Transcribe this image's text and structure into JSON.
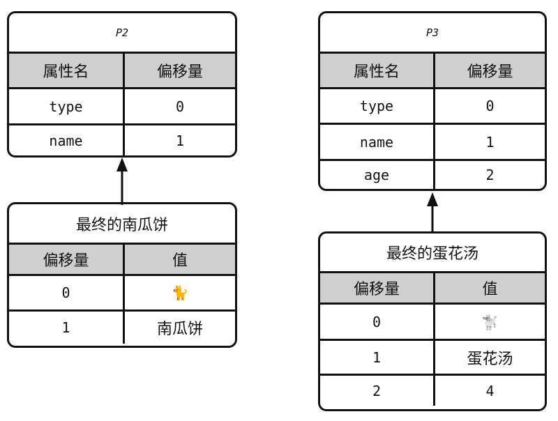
{
  "p2": {
    "title": "P2",
    "headers": [
      "属性名",
      "偏移量"
    ],
    "rows": [
      [
        "type",
        "0"
      ],
      [
        "name",
        "1"
      ]
    ]
  },
  "p3": {
    "title": "P3",
    "headers": [
      "属性名",
      "偏移量"
    ],
    "rows": [
      [
        "type",
        "0"
      ],
      [
        "name",
        "1"
      ],
      [
        "age",
        "2"
      ]
    ]
  },
  "pancake": {
    "title": "最终的南瓜饼",
    "headers": [
      "偏移量",
      "值"
    ],
    "rows": [
      [
        "0",
        "🐈"
      ],
      [
        "1",
        "南瓜饼"
      ]
    ]
  },
  "soup": {
    "title": "最终的蛋花汤",
    "headers": [
      "偏移量",
      "值"
    ],
    "rows": [
      [
        "0",
        "🐩"
      ],
      [
        "1",
        "蛋花汤"
      ],
      [
        "2",
        "4"
      ]
    ]
  }
}
